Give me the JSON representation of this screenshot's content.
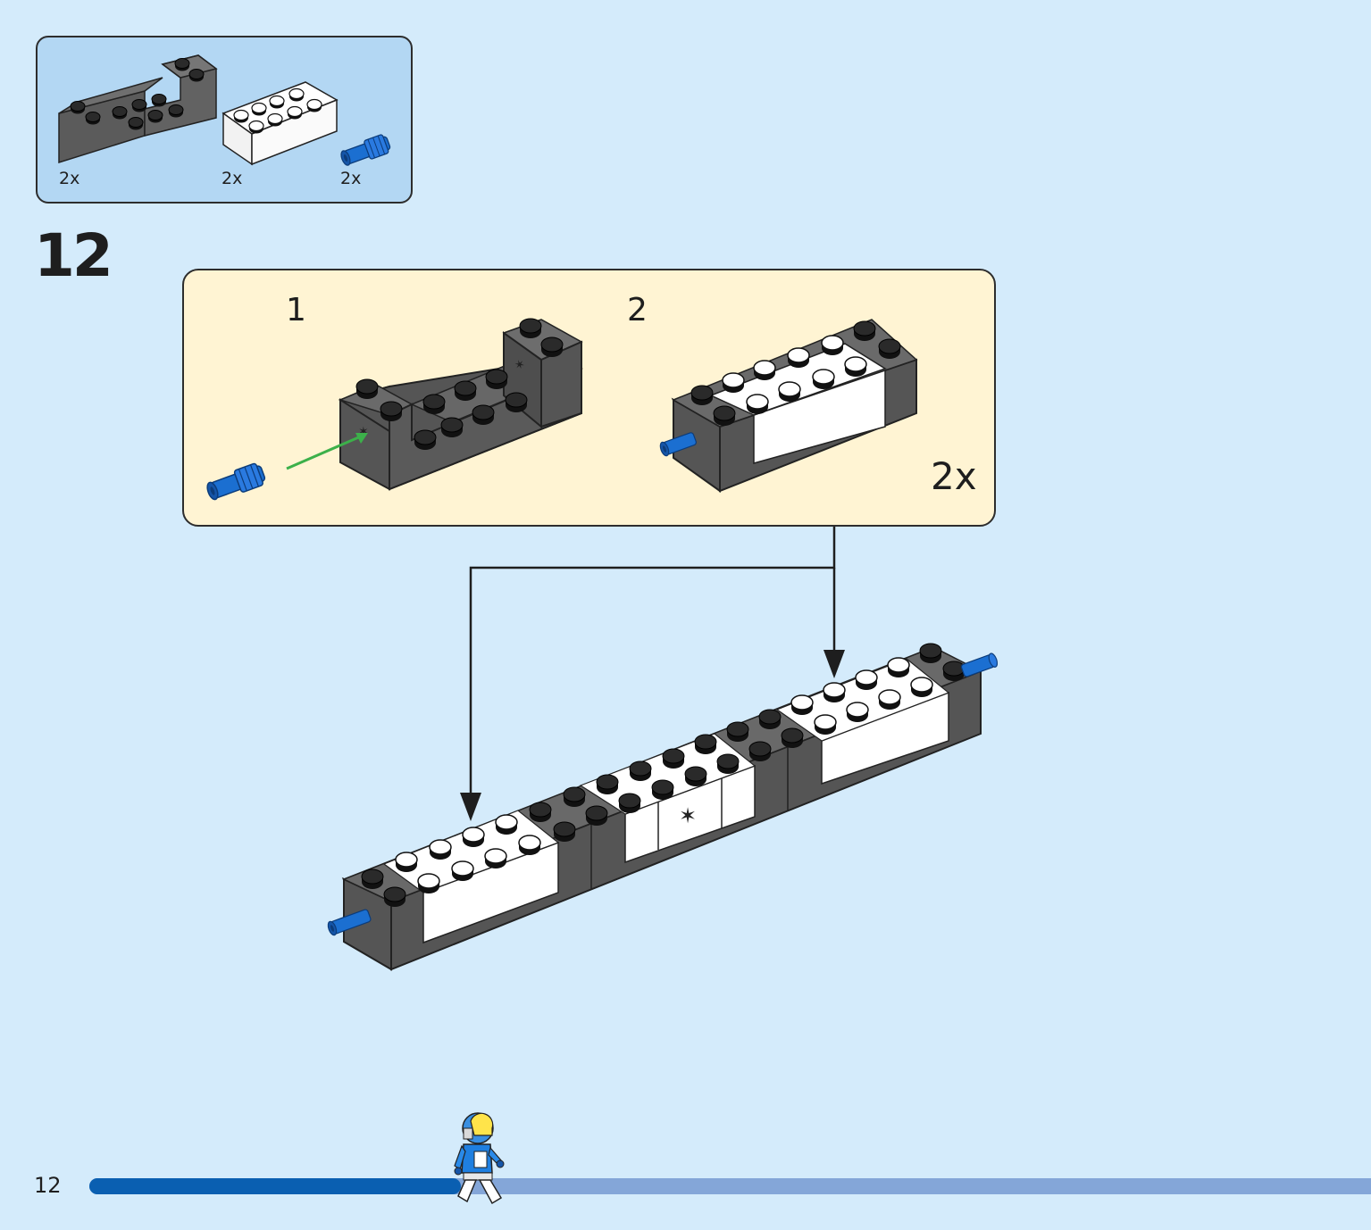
{
  "parts_list": {
    "items": [
      {
        "name": "dark-gray-brick-with-pin-holes",
        "quantity": "2x",
        "color": "#555555"
      },
      {
        "name": "white-brick-2x4",
        "quantity": "2x",
        "color": "#ffffff"
      },
      {
        "name": "blue-axle-pin",
        "quantity": "2x",
        "color": "#1b6fd1"
      }
    ]
  },
  "step": {
    "number": "12",
    "sub_assembly": {
      "substep_1": "1",
      "substep_2": "2",
      "multiplier": "2x"
    }
  },
  "footer": {
    "page_number": "12",
    "progress": 0.29
  },
  "colors": {
    "background": "#d4ebfb",
    "parts_box": "#b3d7f3",
    "sub_box": "#fff4d3",
    "dark_gray": "#555555",
    "pin_blue": "#1b6fd1",
    "arrow_green": "#3cb04a",
    "progress_fill": "#0a5fb1",
    "progress_track": "#84a6d8"
  }
}
